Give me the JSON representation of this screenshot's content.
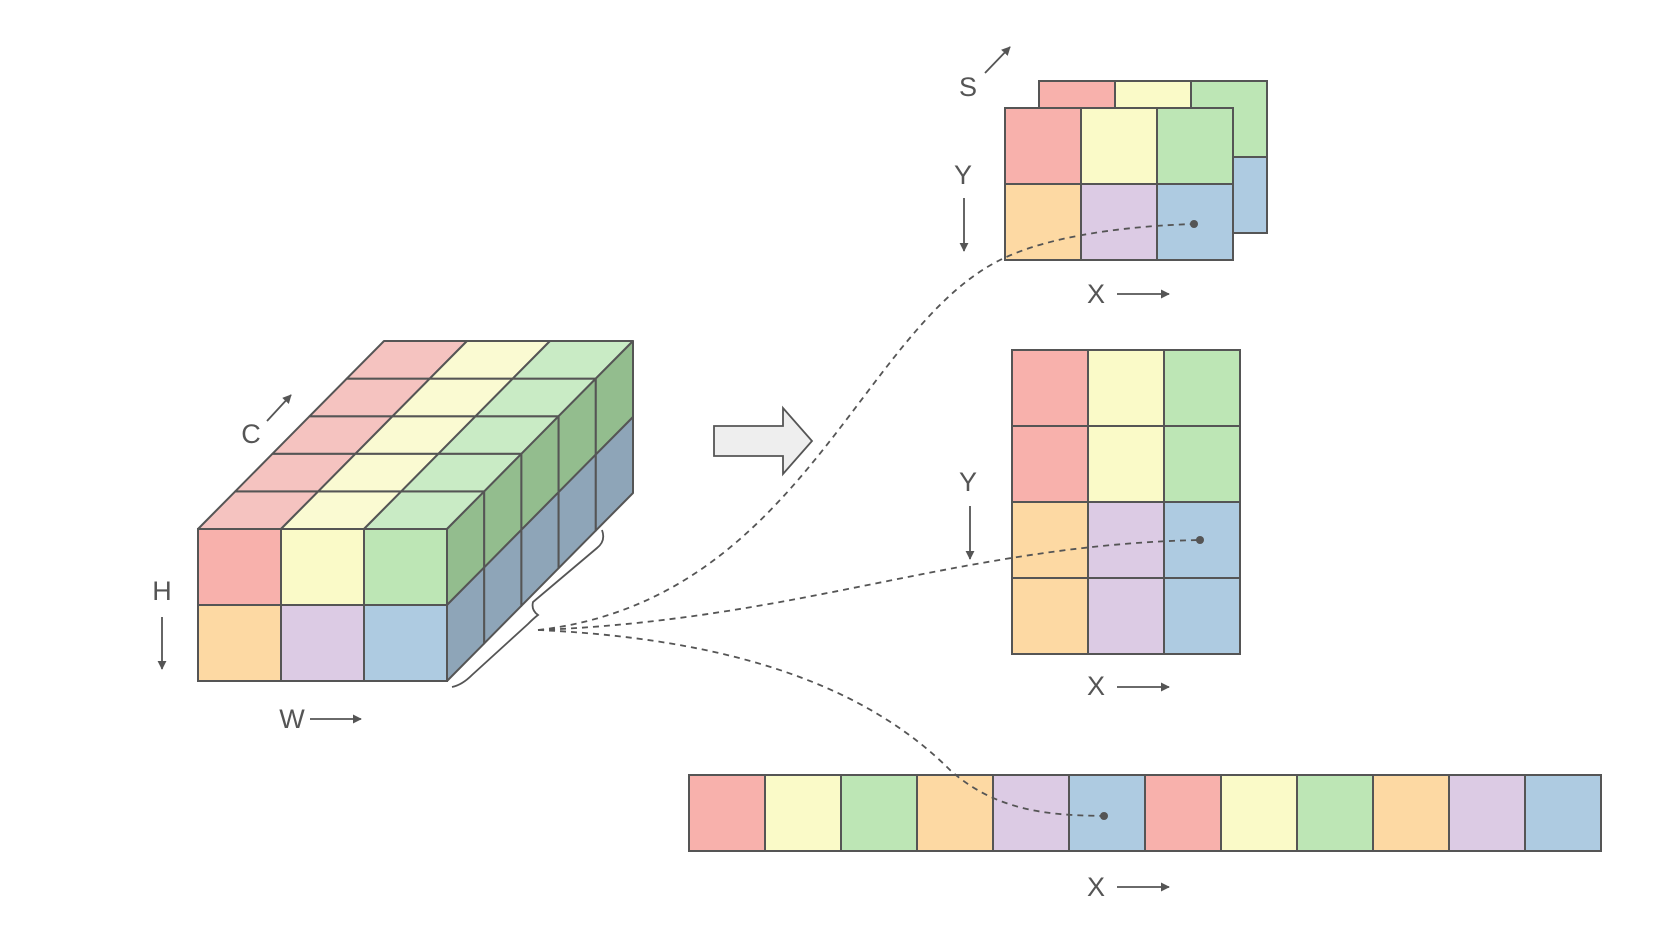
{
  "colors": {
    "red": "#f8b1ac",
    "yellow": "#fafac8",
    "green": "#bde6b5",
    "orange": "#fdd9a3",
    "purple": "#dccbe4",
    "blue": "#aecbe1",
    "red_top": "#f5c3c0",
    "yellow_top": "#fafad2",
    "green_top": "#c9ebc5",
    "green_side": "#93bd8e",
    "blue_side": "#8ea5b8",
    "stroke": "#555555",
    "arrow_fill": "#eeeeee"
  },
  "tensor": {
    "labels": {
      "h": "H",
      "w": "W",
      "c": "C"
    }
  },
  "texture_array": {
    "labels": {
      "s": "S",
      "y": "Y",
      "x": "X"
    }
  },
  "texture_2d": {
    "labels": {
      "y": "Y",
      "x": "X"
    }
  },
  "buffer_1d": {
    "labels": {
      "x": "X"
    }
  }
}
